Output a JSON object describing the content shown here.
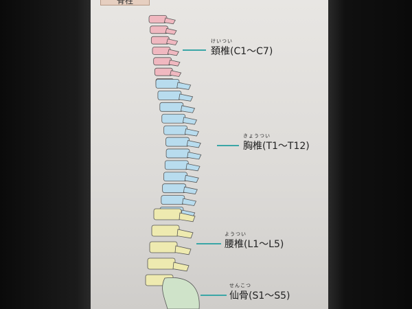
{
  "title": "脊柱",
  "labels": [
    {
      "ruby": "けいつい",
      "text": "頚椎(C1〜C7)",
      "color": "#f0b8c0"
    },
    {
      "ruby": "きょうつい",
      "text": "胸椎(T1〜T12)",
      "color": "#b8dcee"
    },
    {
      "ruby": "ようつい",
      "text": "腰椎(L1〜L5)",
      "color": "#eeeab0"
    },
    {
      "ruby": "せんこつ",
      "text": "仙骨(S1〜S5)",
      "color": "#cfe3c9"
    }
  ]
}
